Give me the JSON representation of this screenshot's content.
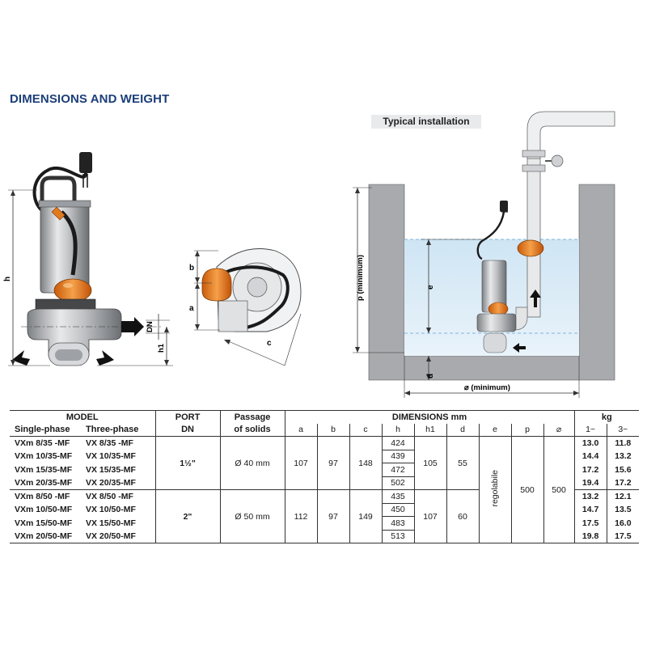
{
  "title": "DIMENSIONS AND WEIGHT",
  "installation_caption": "Typical installation",
  "pump_labels": {
    "h": "h",
    "dn": "DN",
    "h1": "h1"
  },
  "top_labels": {
    "a": "a",
    "b": "b",
    "c": "c"
  },
  "install_labels": {
    "p": "p (minimum)",
    "e": "e",
    "d": "d",
    "width": "⌀ (minimum)"
  },
  "table": {
    "header": {
      "model": "MODEL",
      "single": "Single-phase",
      "three": "Three-phase",
      "port": "PORT",
      "dn": "DN",
      "passage1": "Passage",
      "passage2": "of solids",
      "dimensions": "DIMENSIONS mm",
      "kg": "kg",
      "cols": [
        "a",
        "b",
        "c",
        "h",
        "h1",
        "d",
        "e",
        "p",
        "⌀"
      ],
      "kg1": "1~",
      "kg3": "3~"
    },
    "group1": {
      "port": "1½\"",
      "passage": "Ø 40 mm",
      "a": "107",
      "b": "97",
      "c": "148",
      "h1": "105",
      "d": "55",
      "rows": [
        {
          "single": "VXm 8/35  -MF",
          "three": "VX 8/35  -MF",
          "h": "424",
          "kg1": "13.0",
          "kg3": "11.8"
        },
        {
          "single": "VXm 10/35-MF",
          "three": "VX 10/35-MF",
          "h": "439",
          "kg1": "14.4",
          "kg3": "13.2"
        },
        {
          "single": "VXm 15/35-MF",
          "three": "VX 15/35-MF",
          "h": "472",
          "kg1": "17.2",
          "kg3": "15.6"
        },
        {
          "single": "VXm 20/35-MF",
          "three": "VX 20/35-MF",
          "h": "502",
          "kg1": "19.4",
          "kg3": "17.2"
        }
      ]
    },
    "group2": {
      "port": "2\"",
      "passage": "Ø 50 mm",
      "a": "112",
      "b": "97",
      "c": "149",
      "h1": "107",
      "d": "60",
      "rows": [
        {
          "single": "VXm 8/50  -MF",
          "three": "VX 8/50  -MF",
          "h": "435",
          "kg1": "13.2",
          "kg3": "12.1"
        },
        {
          "single": "VXm 10/50-MF",
          "three": "VX 10/50-MF",
          "h": "450",
          "kg1": "14.7",
          "kg3": "13.5"
        },
        {
          "single": "VXm 15/50-MF",
          "three": "VX 15/50-MF",
          "h": "483",
          "kg1": "17.5",
          "kg3": "16.0"
        },
        {
          "single": "VXm 20/50-MF",
          "three": "VX 20/50-MF",
          "h": "513",
          "kg1": "19.8",
          "kg3": "17.5"
        }
      ]
    },
    "shared": {
      "e": "regolabile",
      "p": "500",
      "dia": "500"
    }
  }
}
